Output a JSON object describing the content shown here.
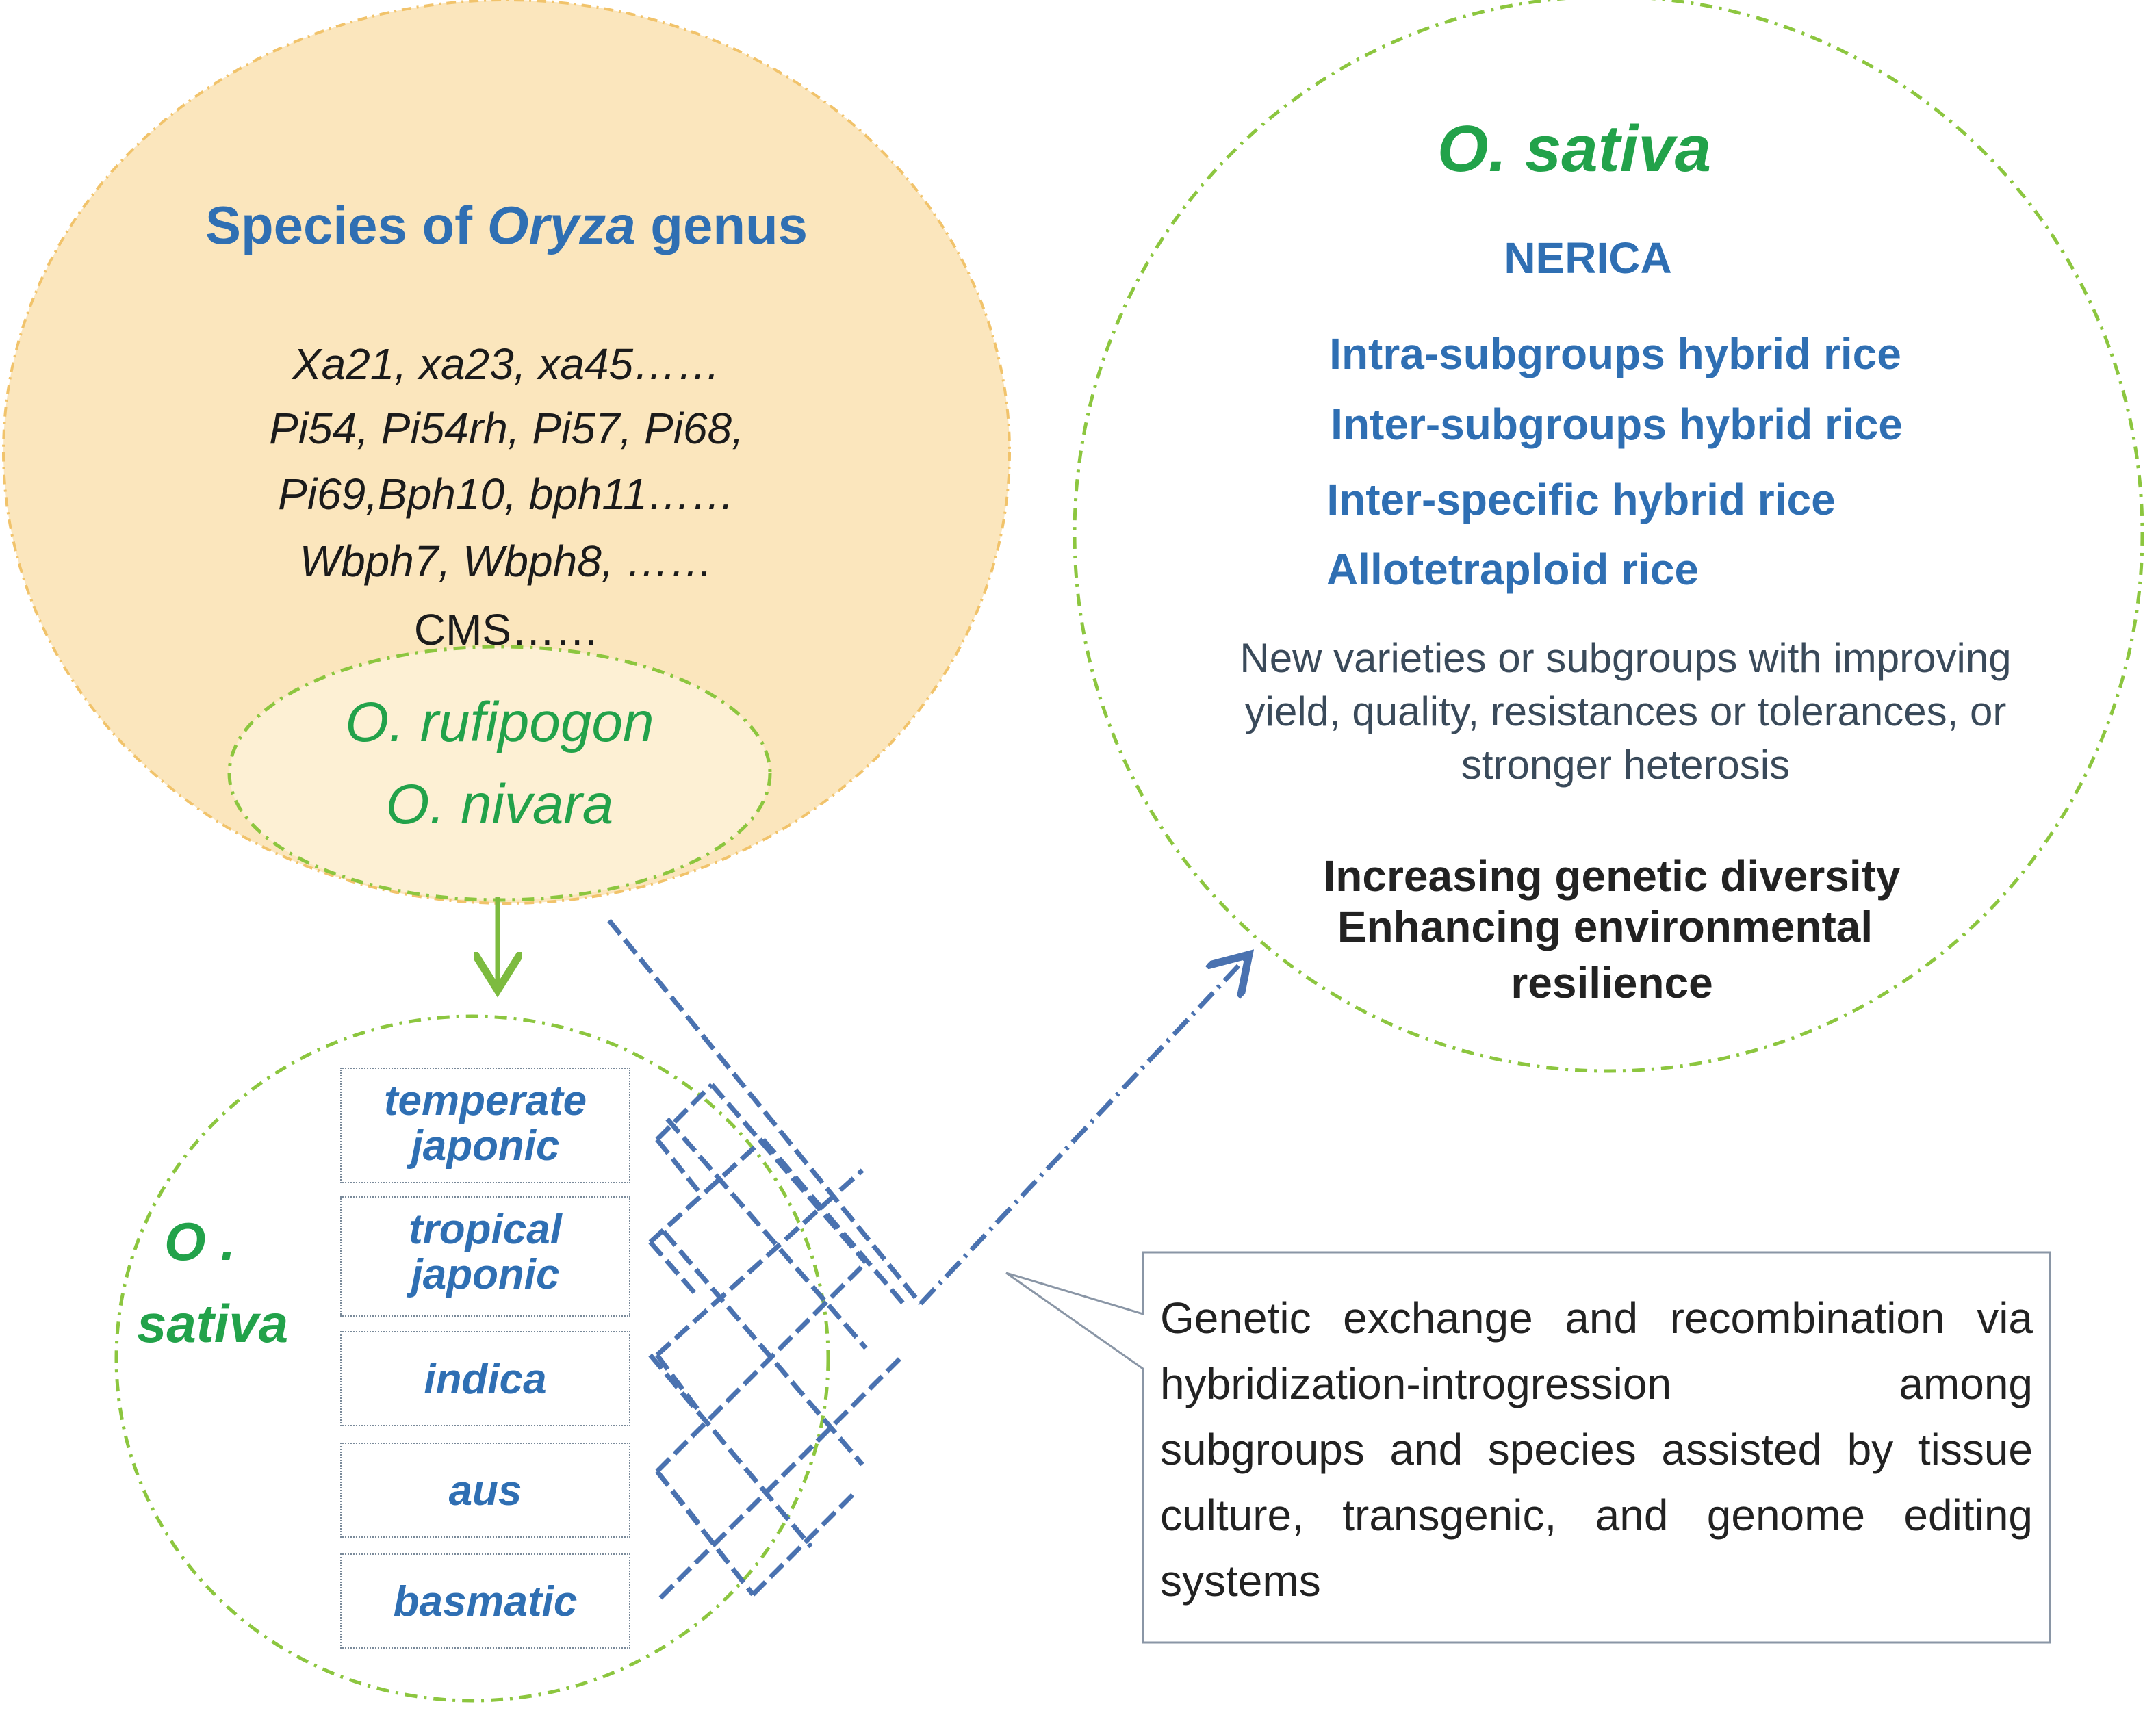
{
  "source_pool": {
    "title_pre": "Species of ",
    "title_genus": "Oryza",
    "title_post": " genus",
    "genes": [
      "Xa21, xa23, xa45……",
      "Pi54, Pi54rh, Pi57, Pi68,",
      "Pi69,Bph10, bph11……",
      "Wbph7, Wbph8, ……"
    ],
    "cms": "CMS……",
    "wild_ancestors": [
      "O. rufipogon",
      "O. nivara"
    ]
  },
  "subgroups_panel": {
    "species_line1": "O .",
    "species_line2": "sativa",
    "subgroups": [
      {
        "line1": "temperate",
        "line2": "japonic"
      },
      {
        "line1": "tropical",
        "line2": "japonic"
      },
      {
        "line1": "indica",
        "line2": ""
      },
      {
        "line1": "aus",
        "line2": ""
      },
      {
        "line1": "basmatic",
        "line2": ""
      }
    ]
  },
  "outcome": {
    "title": "O. sativa",
    "items": [
      "NERICA",
      "Intra-subgroups hybrid rice",
      "Inter-subgroups hybrid rice",
      "Inter-specific hybrid rice",
      "Allotetraploid rice"
    ],
    "description_lines": [
      "New varieties or subgroups with improving",
      "yield, quality, resistances or  tolerances, or",
      "stronger heterosis"
    ],
    "benefits": [
      "Increasing genetic diversity",
      "Enhancing environmental",
      "resilience"
    ]
  },
  "callout": {
    "text": "Genetic exchange and recombination via hybridization-introgression among subgroups and species assisted by tissue culture, transgenic, and genome editing systems"
  },
  "colors": {
    "source_fill": "#fbe6bd",
    "dash_green": "#8cc63f",
    "arrow_green": "#7dbb3f",
    "link_blue": "#4a72b0",
    "text_blue": "#2f6fb3",
    "text_green": "#22a24a"
  }
}
